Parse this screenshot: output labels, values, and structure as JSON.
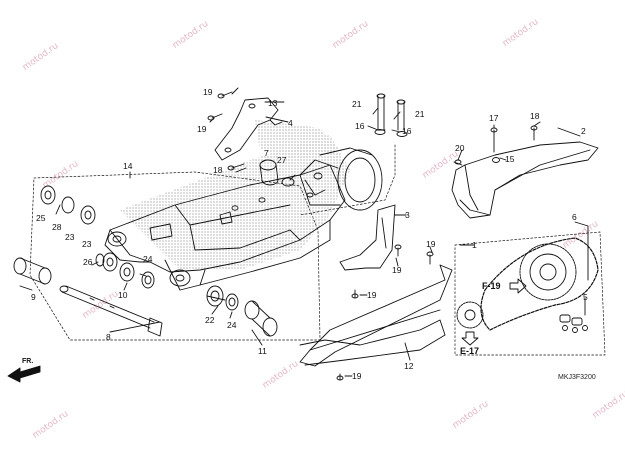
{
  "watermark": {
    "text": "motod.ru",
    "color": "#e6b8c4"
  },
  "callouts": [
    {
      "id": "c1",
      "text": "1"
    },
    {
      "id": "c2",
      "text": "2"
    },
    {
      "id": "c3",
      "text": "3"
    },
    {
      "id": "c4",
      "text": "4"
    },
    {
      "id": "c5",
      "text": "5"
    },
    {
      "id": "c6",
      "text": "6"
    },
    {
      "id": "c7",
      "text": "7"
    },
    {
      "id": "c8",
      "text": "8"
    },
    {
      "id": "c9",
      "text": "9"
    },
    {
      "id": "c10",
      "text": "10"
    },
    {
      "id": "c11",
      "text": "11"
    },
    {
      "id": "c12",
      "text": "12"
    },
    {
      "id": "c13",
      "text": "13"
    },
    {
      "id": "c14",
      "text": "14"
    },
    {
      "id": "c15",
      "text": "15"
    },
    {
      "id": "c16a",
      "text": "16"
    },
    {
      "id": "c16b",
      "text": "16"
    },
    {
      "id": "c17",
      "text": "17"
    },
    {
      "id": "c18a",
      "text": "18"
    },
    {
      "id": "c18b",
      "text": "18"
    },
    {
      "id": "c19a",
      "text": "19"
    },
    {
      "id": "c19b",
      "text": "19"
    },
    {
      "id": "c19c",
      "text": "19"
    },
    {
      "id": "c19d",
      "text": "19"
    },
    {
      "id": "c19e",
      "text": "19"
    },
    {
      "id": "c19f",
      "text": "19"
    },
    {
      "id": "c20",
      "text": "20"
    },
    {
      "id": "c21a",
      "text": "21"
    },
    {
      "id": "c21b",
      "text": "21"
    },
    {
      "id": "c22",
      "text": "22"
    },
    {
      "id": "c23a",
      "text": "23"
    },
    {
      "id": "c23b",
      "text": "23"
    },
    {
      "id": "c24a",
      "text": "24"
    },
    {
      "id": "c24b",
      "text": "24"
    },
    {
      "id": "c25",
      "text": "25"
    },
    {
      "id": "c26",
      "text": "26"
    },
    {
      "id": "c27",
      "text": "27"
    },
    {
      "id": "c28",
      "text": "28"
    }
  ],
  "references": {
    "f19": "F-19",
    "e17": "E-17"
  },
  "direction_label": "FR.",
  "diagram_code": "MKJ3F3200",
  "colors": {
    "line": "#111111",
    "stipple": "#9a9a9a",
    "text": "#111111"
  }
}
